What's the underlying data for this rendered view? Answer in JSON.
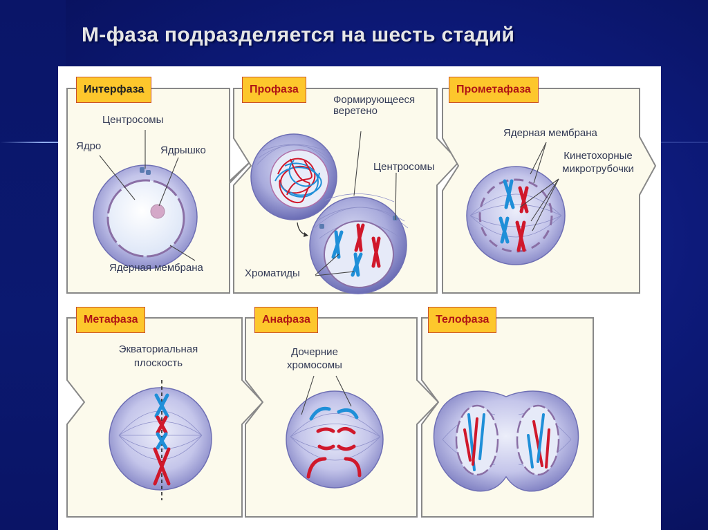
{
  "title": "М-фаза подразделяется на шесть стадий",
  "stages": {
    "interphase": "Интерфаза",
    "prophase": "Профаза",
    "prometaphase": "Прометафаза",
    "metaphase": "Метафаза",
    "anaphase": "Анафаза",
    "telophase": "Телофаза"
  },
  "annotations": {
    "centrosomes_1": "Центросомы",
    "nucleus": "Ядро",
    "nucleolus": "Ядрышко",
    "nuclear_membrane_1": "Ядерная мембрана",
    "forming_spindle_1": "Формирующееся",
    "forming_spindle_2": "веретено",
    "centrosomes_2": "Центросомы",
    "chromatids": "Хроматиды",
    "nuclear_membrane_2": "Ядерная мембрана",
    "kinetochore_1": "Кинетохорные",
    "kinetochore_2": "микротрубочки",
    "equatorial_1": "Экваториальная",
    "equatorial_2": "плоскость",
    "daughter_1": "Дочерние",
    "daughter_2": "хромосомы"
  },
  "colors": {
    "stage_label_bg": "#fdc72c",
    "stage_label_border": "#c9502a",
    "box_bg": "#fcfaec",
    "cell_fill": "#c7c8ea",
    "chrom_blue": "#1f8fd8",
    "chrom_red": "#d0182b"
  }
}
